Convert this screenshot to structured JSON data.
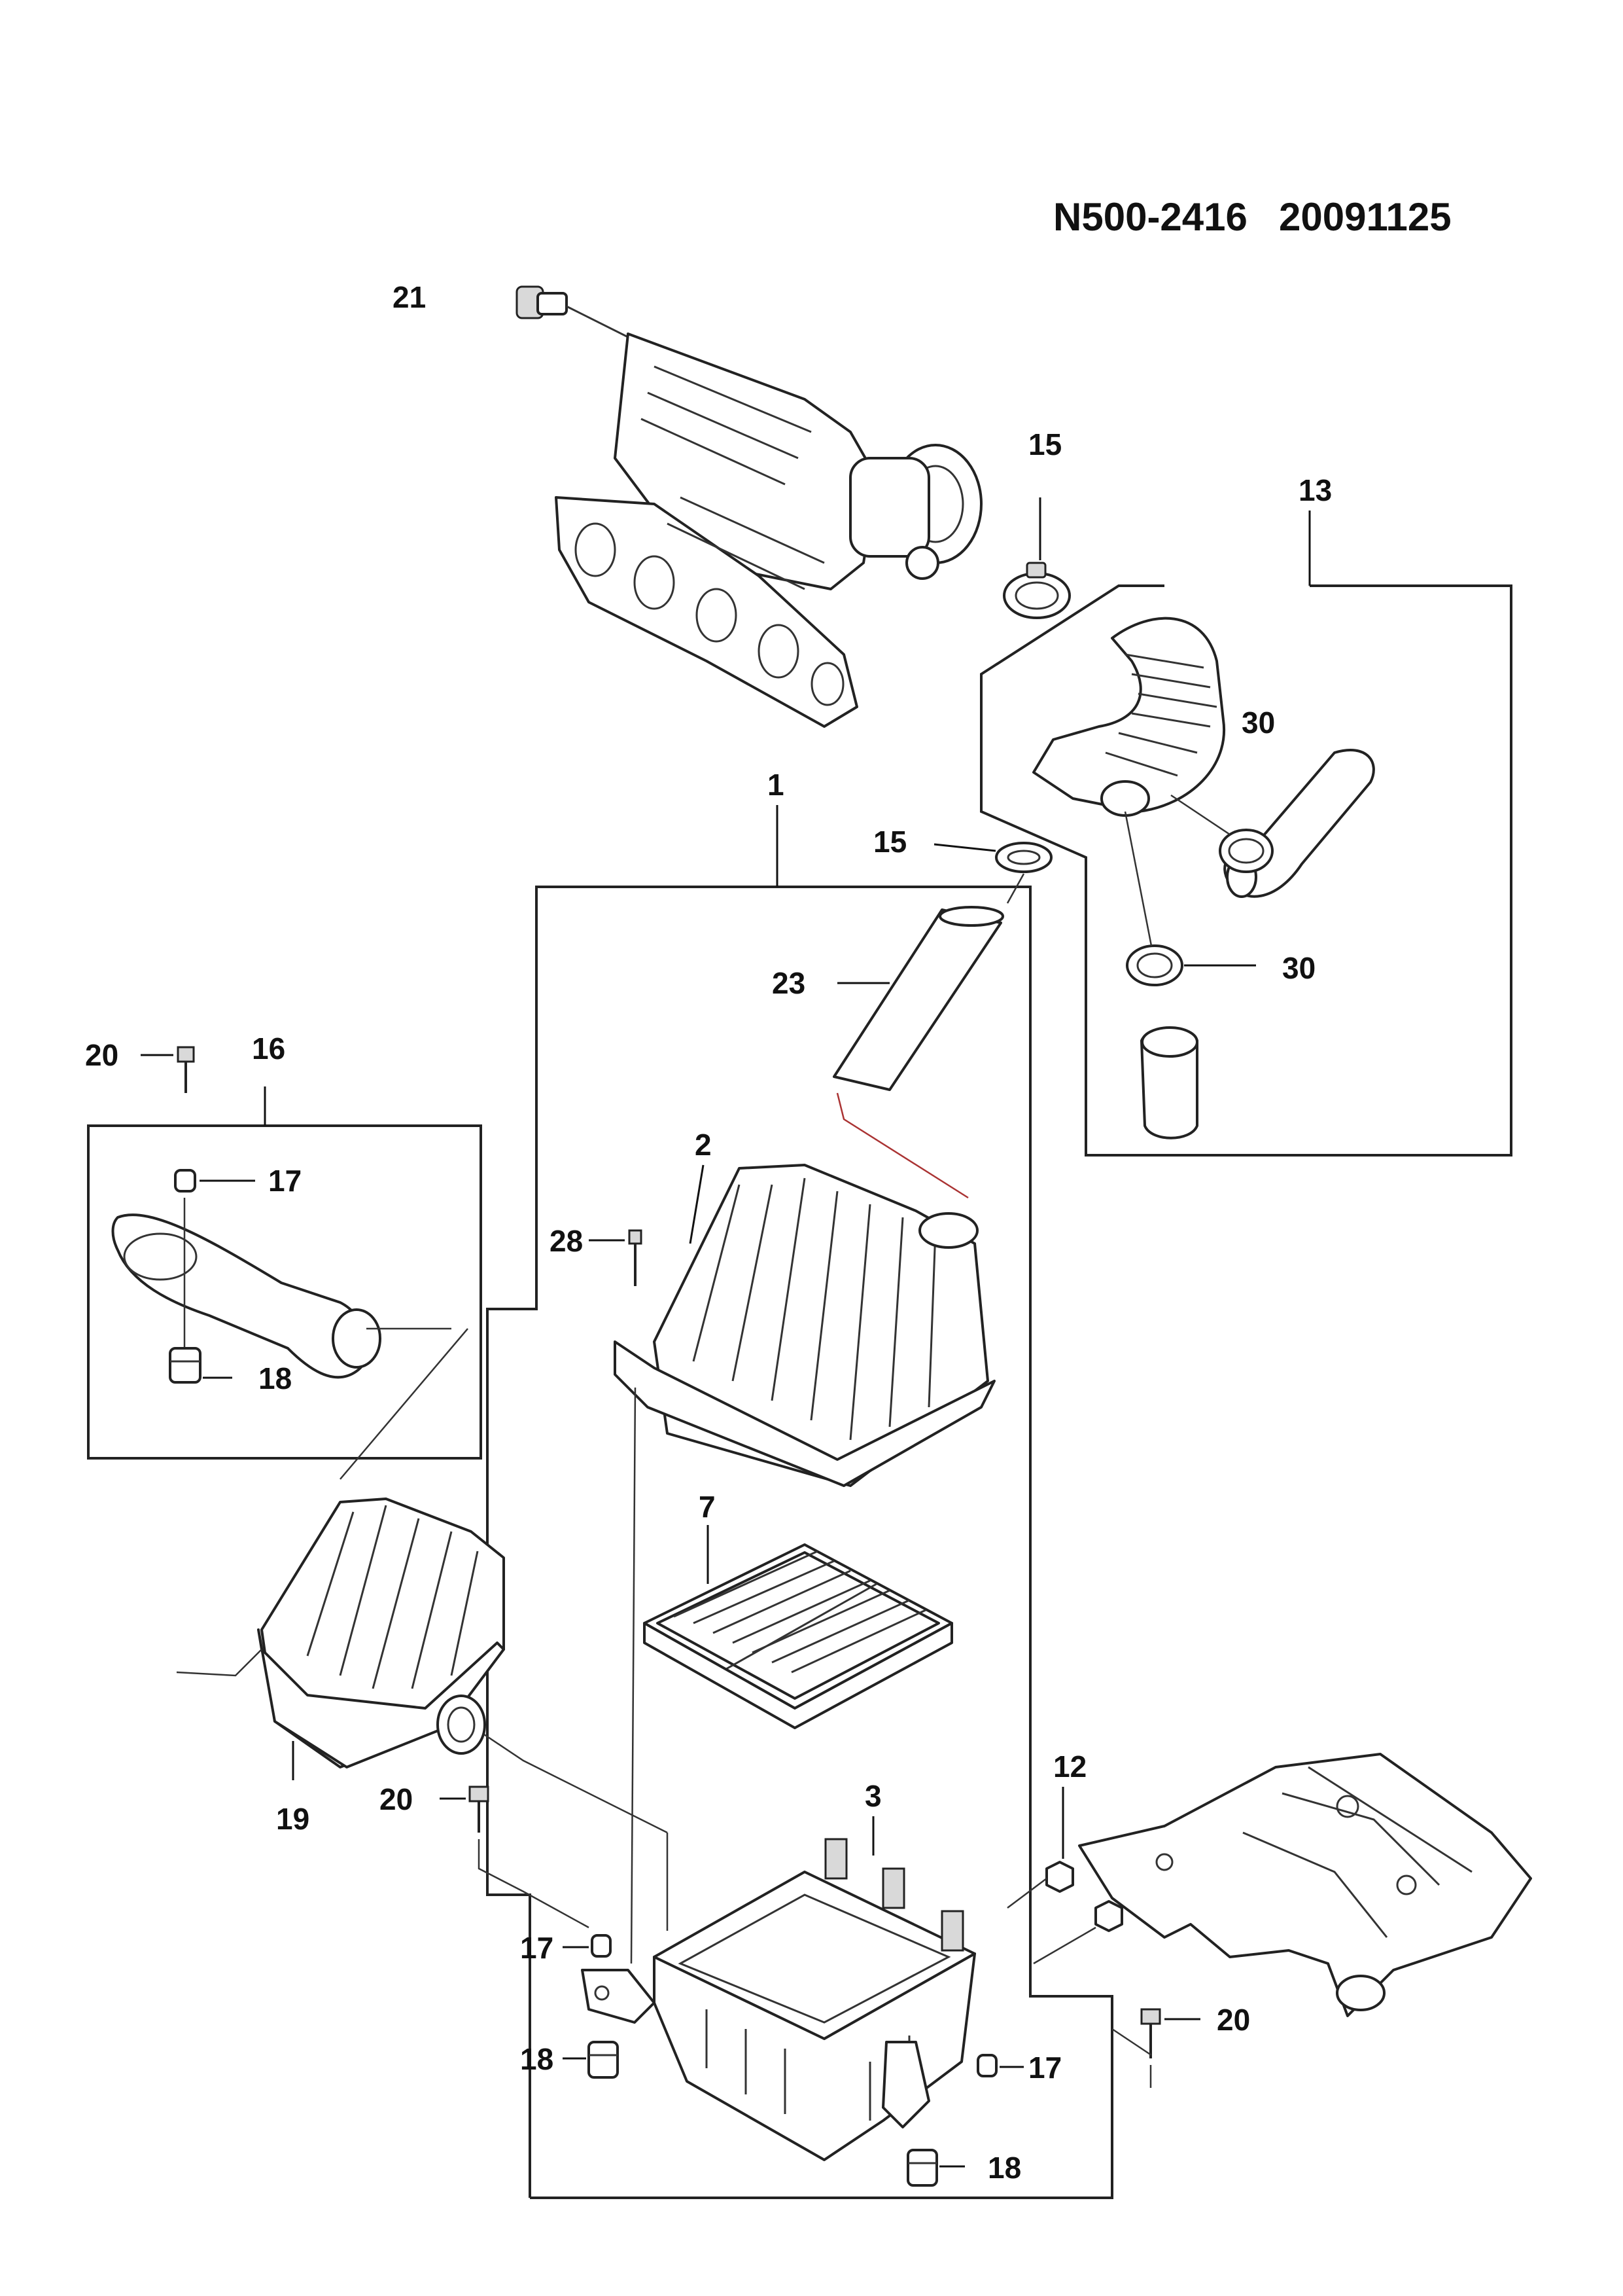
{
  "document": {
    "code": "N500-2416",
    "date": "20091125"
  },
  "callouts": {
    "c1": "1",
    "c2": "2",
    "c3": "3",
    "c7": "7",
    "c12": "12",
    "c13": "13",
    "c15a": "15",
    "c15b": "15",
    "c16": "16",
    "c17a": "17",
    "c17b": "17",
    "c17c": "17",
    "c18a": "18",
    "c18b": "18",
    "c18c": "18",
    "c19": "19",
    "c20a": "20",
    "c20b": "20",
    "c20c": "20",
    "c21": "21",
    "c23": "23",
    "c28": "28",
    "c30a": "30",
    "c30b": "30"
  }
}
